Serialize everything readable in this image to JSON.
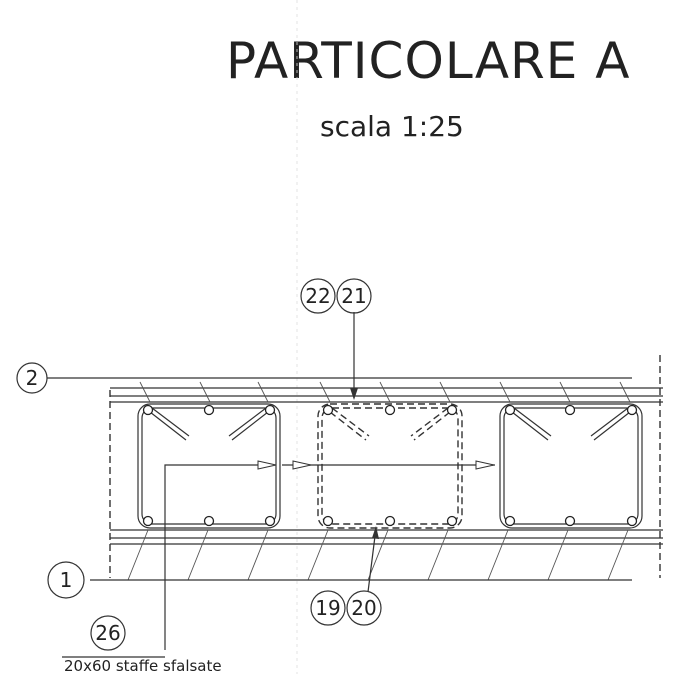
{
  "title": "PARTICOLARE A",
  "scale": "scala 1:25",
  "marks": {
    "m1": "1",
    "m2": "2",
    "m19": "19",
    "m20": "20",
    "m21": "21",
    "m22": "22",
    "m26": "26"
  },
  "note": "20x60 staffe sfalsate"
}
